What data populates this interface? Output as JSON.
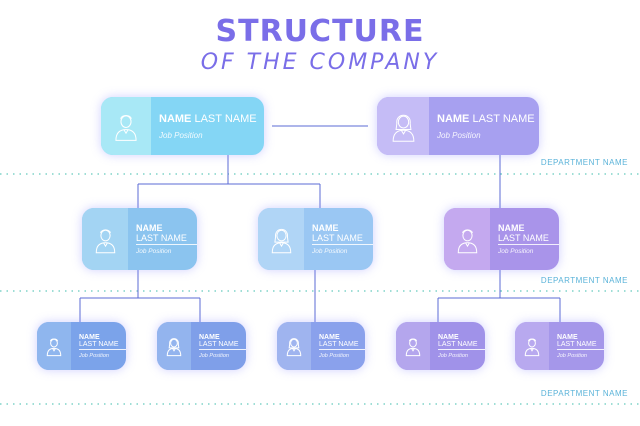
{
  "title": "STRUCTURE",
  "subtitle": "OF THE COMPANY",
  "departments": [
    "DEPARTMENT NAME",
    "DEPARTMENT NAME",
    "DEPARTMENT NAME"
  ],
  "cards": {
    "ceo": {
      "name": "NAME",
      "last": "LAST NAME",
      "job": "Job Position",
      "avatar": "male-icon"
    },
    "cofounder": {
      "name": "NAME",
      "last": "LAST NAME",
      "job": "Job Position",
      "avatar": "female-icon"
    },
    "m1": {
      "name": "NAME",
      "last": "LAST NAME",
      "job": "Job Position",
      "avatar": "male-icon"
    },
    "m2": {
      "name": "NAME",
      "last": "LAST NAME",
      "job": "Job Position",
      "avatar": "female-icon"
    },
    "m3": {
      "name": "NAME",
      "last": "LAST NAME",
      "job": "Job Position",
      "avatar": "male-icon"
    },
    "s1": {
      "name": "NAME",
      "last": "LAST NAME",
      "job": "Job Position",
      "avatar": "male-icon"
    },
    "s2": {
      "name": "NAME",
      "last": "LAST NAME",
      "job": "Job Position",
      "avatar": "female-icon"
    },
    "s3": {
      "name": "NAME",
      "last": "LAST NAME",
      "job": "Job Position",
      "avatar": "female-icon"
    },
    "s4": {
      "name": "NAME",
      "last": "LAST NAME",
      "job": "Job Position",
      "avatar": "male-icon"
    },
    "s5": {
      "name": "NAME",
      "last": "LAST NAME",
      "job": "Job Position",
      "avatar": "male-icon"
    }
  },
  "colors": {
    "title": "#7a6ee8",
    "dept_label": "#5ab3d9",
    "connector": "#5b6bd6",
    "dotted_line": "#7fd3c8"
  }
}
